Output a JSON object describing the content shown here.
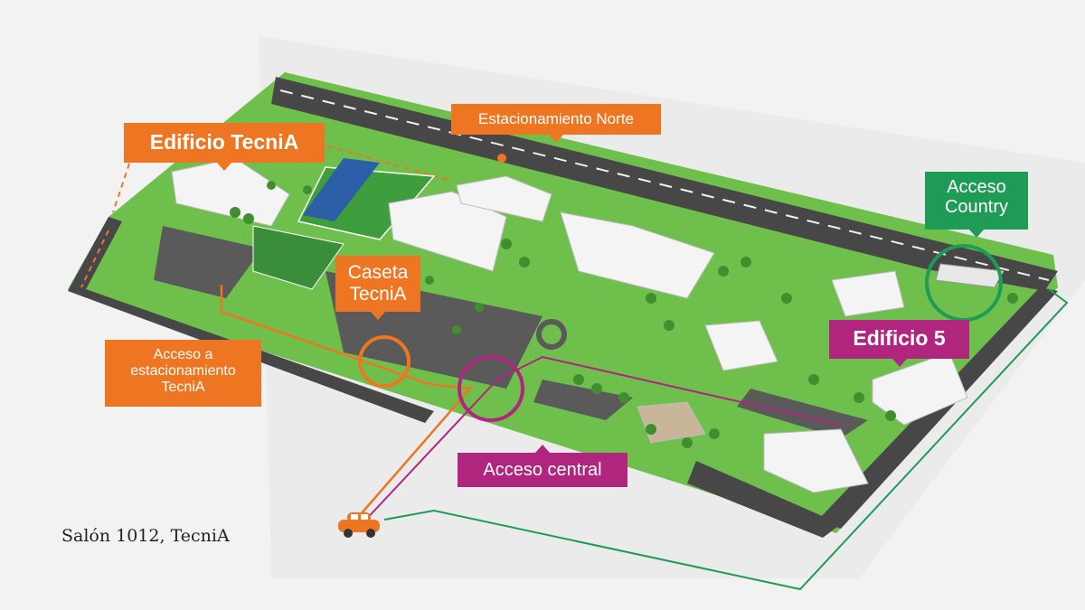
{
  "map": {
    "labels": {
      "edificio_tecnia": "Edificio TecniA",
      "estacionamiento_norte": "Estacionamiento Norte",
      "caseta_line1": "Caseta",
      "caseta_line2": "TecniA",
      "acceso_est_line1": "Acceso a",
      "acceso_est_line2": "estacionamiento",
      "acceso_est_line3": "TecniA",
      "acceso_central": "Acceso central",
      "edificio5": "Edificio 5",
      "acceso_country_line1": "Acceso",
      "acceso_country_line2": "Country"
    },
    "caption": "Salón 1012, TecniA",
    "colors": {
      "orange": "#ee7623",
      "purple": "#b0267f",
      "green": "#1e9b55",
      "grass": "#6fbf4d",
      "road": "#4a4a4a",
      "building": "#f4f4f4"
    },
    "icons": [
      "car-icon",
      "marker-circle-icon",
      "tree-icon"
    ]
  }
}
